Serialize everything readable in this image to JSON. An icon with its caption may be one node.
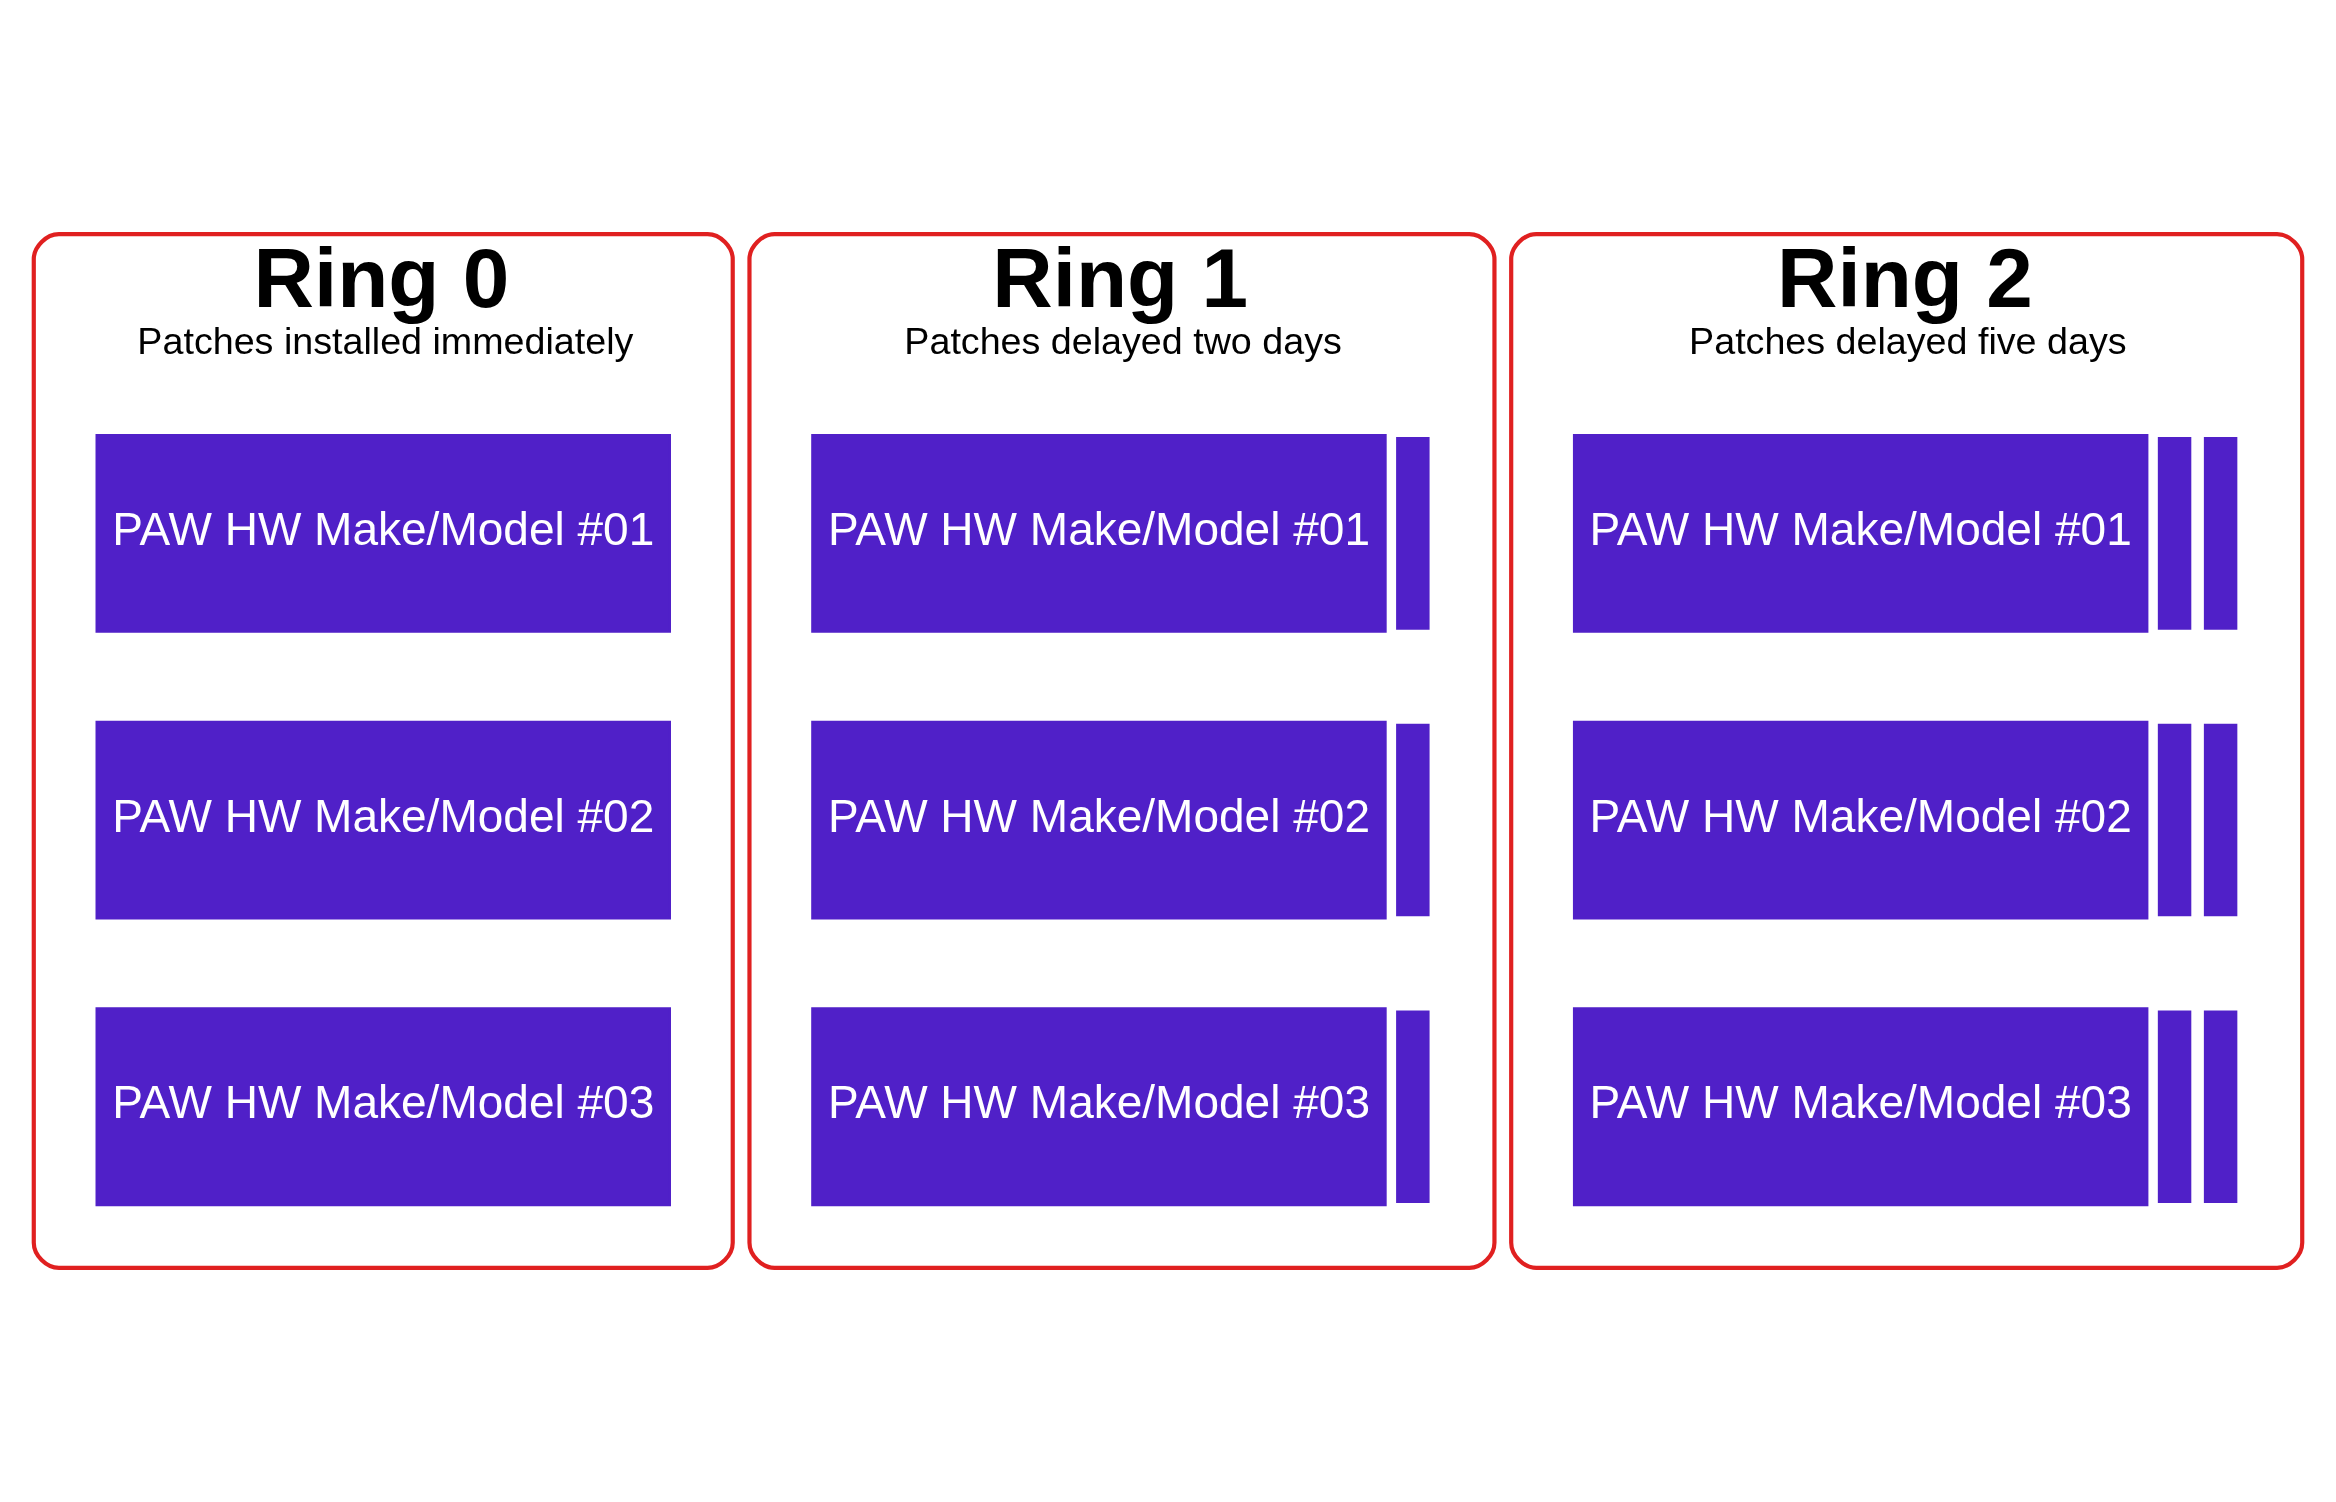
{
  "diagram": {
    "nodes": [
      {
        "text": [
          "Ring 0",
          "Patches installed immediately"
        ]
      },
      {
        "text": [
          "PAW HW Make/Model #01"
        ],
        "in": 0
      },
      {
        "text": [
          "PAW HW Make/Model #02"
        ],
        "in": 0
      },
      {
        "text": [
          "PAW HW Make/Model #03"
        ],
        "in": 0
      },
      {
        "text": [
          "Ring 1",
          "Patches delayed two days"
        ]
      },
      {
        "text": [
          "PAW HW Make/Model #01"
        ],
        "in": 4
      },
      {
        "text": [],
        "shape": "box",
        "in": 4
      },
      {
        "text": [
          "PAW HW Make/Model #02"
        ],
        "in": 4
      },
      {
        "text": [],
        "shape": "box",
        "in": 4
      },
      {
        "text": [
          "PAW HW Make/Model #03"
        ],
        "in": 4
      },
      {
        "text": [],
        "shape": "box",
        "in": 4
      },
      {
        "text": [
          "Ring 2",
          "Patches delayed five days"
        ]
      },
      {
        "text": [
          "PAW HW Make/Model #01"
        ],
        "in": 11
      },
      {
        "text": [],
        "shape": "box",
        "in": 11
      },
      {
        "text": [],
        "shape": "box",
        "in": 11
      },
      {
        "text": [
          "PAW HW Make/Model #02"
        ],
        "in": 11
      },
      {
        "text": [],
        "shape": "box",
        "in": 11
      },
      {
        "text": [],
        "shape": "box",
        "in": 11
      },
      {
        "text": [
          "PAW HW Make/Model #03"
        ],
        "in": 11
      },
      {
        "text": [],
        "shape": "box",
        "in": 11
      },
      {
        "text": [],
        "shape": "box",
        "in": 11
      }
    ],
    "edges": []
  }
}
